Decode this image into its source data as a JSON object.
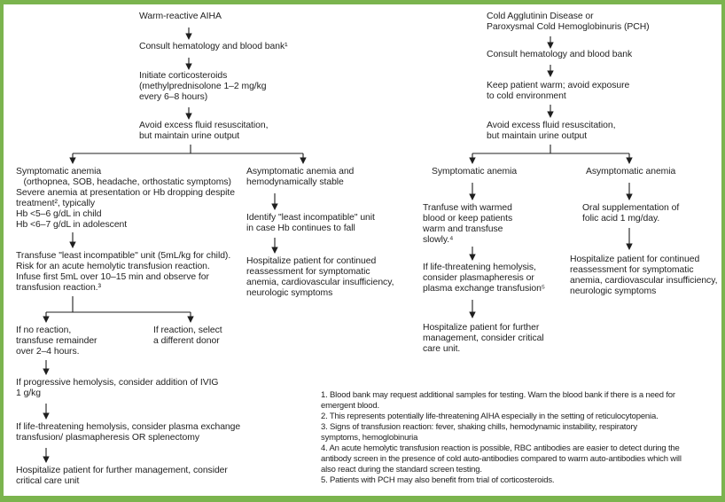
{
  "figure": {
    "kind": "clinical-management-flowchart",
    "colors": {
      "frame_green": "#7bb44e",
      "text": "#1f1f1f",
      "background": "#ffffff"
    }
  },
  "warm_chart": {
    "title": "Warm-reactive AIHA",
    "consult": "Consult hematology and blood bank¹",
    "corticosteroids": "Initiate corticosteroids\n(methylprednisolone 1–2 mg/kg\nevery 6–8 hours)",
    "avoid_fluid": "Avoid excess fluid resuscitation,\nbut maintain urine output",
    "symptomatic": "Symptomatic anemia\n   (orthopnea, SOB, headache, orthostatic symptoms)\nSevere anemia at presentation or Hb dropping despite\ntreatment², typically\nHb <5–6 g/dL in child\nHb <6–7 g/dL in adolescent",
    "transfuse": "Transfuse \"least incompatible\" unit (5mL/kg for child).\nRisk for an acute hemolytic transfusion reaction.\nInfuse first 5mL over 10–15 min and observe for\ntransfusion reaction.³",
    "no_reaction": "If no reaction,\ntransfuse remainder\nover 2–4 hours.",
    "reaction": "If reaction, select\na different donor",
    "ivig": "If progressive hemolysis, consider addition of IVIG\n1 g/kg",
    "life_threatening": "If life-threatening hemolysis, consider plasma exchange\ntransfusion/ plasmapheresis OR splenectomy",
    "hospitalize": "Hospitalize patient for further management, consider\ncritical care unit",
    "asymptomatic": "Asymptomatic anemia and\nhemodynamically stable",
    "identify_unit": "Identify \"least incompatible\" unit\nin case Hb continues to fall",
    "hospitalize_reassess": "Hospitalize patient for continued\nreassessment for symptomatic\nanemia, cardiovascular insufficiency,\nneurologic symptoms"
  },
  "cold_chart": {
    "title": "Cold Agglutinin Disease or\nParoxysmal Cold Hemoglobinuris (PCH)",
    "consult": "Consult hematology and blood bank",
    "keep_warm": "Keep patient warm; avoid exposure\nto cold environment",
    "avoid_fluid": "Avoid excess fluid resuscitation,\nbut maintain urine output",
    "symptomatic": "Symptomatic anemia",
    "transfuse_warmed": "Tranfuse with warmed\nblood or keep patients\nwarm and transfuse\nslowly.⁴",
    "life_threatening": "If life-threatening hemolysis,\nconsider plasmapheresis or\nplasma exchange transfusion⁵",
    "hospitalize": "Hospitalize patient for further\nmanagement, consider critical\ncare unit.",
    "asymptomatic": "Asymptomatic anemia",
    "folic_acid": "Oral supplementation of\nfolic acid 1 mg/day.",
    "hospitalize_reassess": "Hospitalize patient for continued\nreassessment for symptomatic\nanemia, cardiovascular insufficiency,\nneurologic symptoms"
  },
  "footnotes": [
    "1. Blood bank may request additional samples for testing. Warn the blood bank if there is a need for\nemergent blood.",
    "2. This represents potentially life-threatening AIHA especially in the setting of reticulocytopenia.",
    "3. Signs of transfusion reaction: fever, shaking chills, hemodynamic instability, respiratory\nsymptoms, hemoglobinuria",
    "4. An acute hemolytic transfusion reaction is possible, RBC antibodies are easier to detect during the\nantibody screen in the presence of cold auto-antibodies compared to warm auto-antibodies which will\nalso react during the standard screen testing.",
    "5. Patients with PCH may also benefit from trial of corticosteroids."
  ]
}
